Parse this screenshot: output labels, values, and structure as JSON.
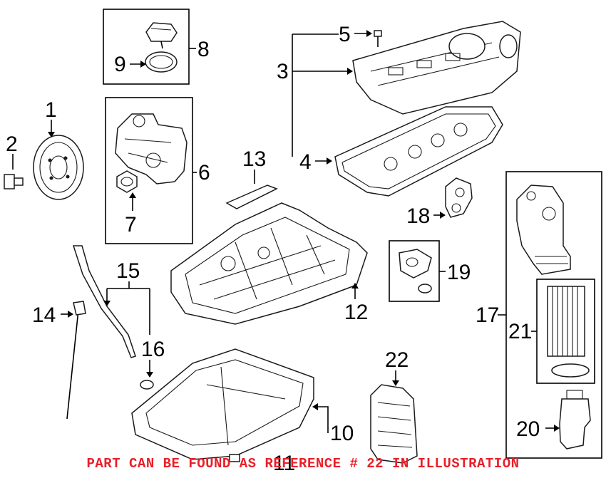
{
  "callouts": [
    "1",
    "2",
    "3",
    "4",
    "5",
    "6",
    "7",
    "8",
    "9",
    "10",
    "11",
    "12",
    "13",
    "14",
    "15",
    "16",
    "17",
    "18",
    "19",
    "20",
    "21",
    "22"
  ],
  "note": {
    "text": "PART CAN BE FOUND AS REFERENCE # 22 IN ILLUSTRATION",
    "color": "#e8202a"
  },
  "icons": [
    "crankshaft-pulley-icon",
    "bolt-icon",
    "valve-cover-icon",
    "gasket-icon",
    "timing-cover-icon",
    "seal-icon",
    "oil-cap-icon",
    "o-ring-icon",
    "oil-pan-icon",
    "dipstick-icon",
    "dipstick-tube-icon",
    "oil-filter-housing-icon",
    "oil-filter-icon",
    "oil-cooler-icon"
  ]
}
